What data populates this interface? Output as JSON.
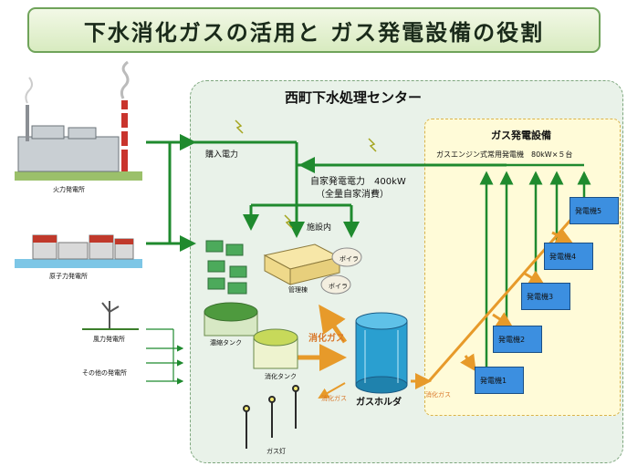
{
  "title": "下水消化ガスの活用と ガス発電設備の役割",
  "facility": {
    "name": "西町下水処理センター",
    "purchased_power": "購入電力",
    "own_power_line1": "自家発電電力　400kW",
    "own_power_line2": "（全量自家消費）",
    "in_facility": "施設内",
    "admin_building": "管理棟",
    "boiler_1": "ボイラ",
    "boiler_2": "ボイラ",
    "thickener_tank": "濃縮タンク",
    "digestion_tank": "消化タンク",
    "digestion_gas": "消化ガス",
    "digestion_gas_small": "消化ガス",
    "digestion_gas_pipe": "消化ガス",
    "gas_holder": "ガスホルダ",
    "gas_lamp": "ガス灯"
  },
  "gas_power": {
    "title": "ガス発電設備",
    "subtitle": "ガスエンジン式常用発電機　80kW×５台",
    "generators": [
      "発電機1",
      "発電機2",
      "発電機3",
      "発電機4",
      "発電機5"
    ]
  },
  "external_sources": [
    "火力発電所",
    "原子力発電所",
    "風力発電所",
    "その他の発電所"
  ],
  "colors": {
    "power_line": "#1f8a2e",
    "gas_pipe": "#e79a2a",
    "facility_bg": "#e9f2e9",
    "gas_area_bg": "#fffbd8",
    "generator": "#3c8fe0"
  }
}
